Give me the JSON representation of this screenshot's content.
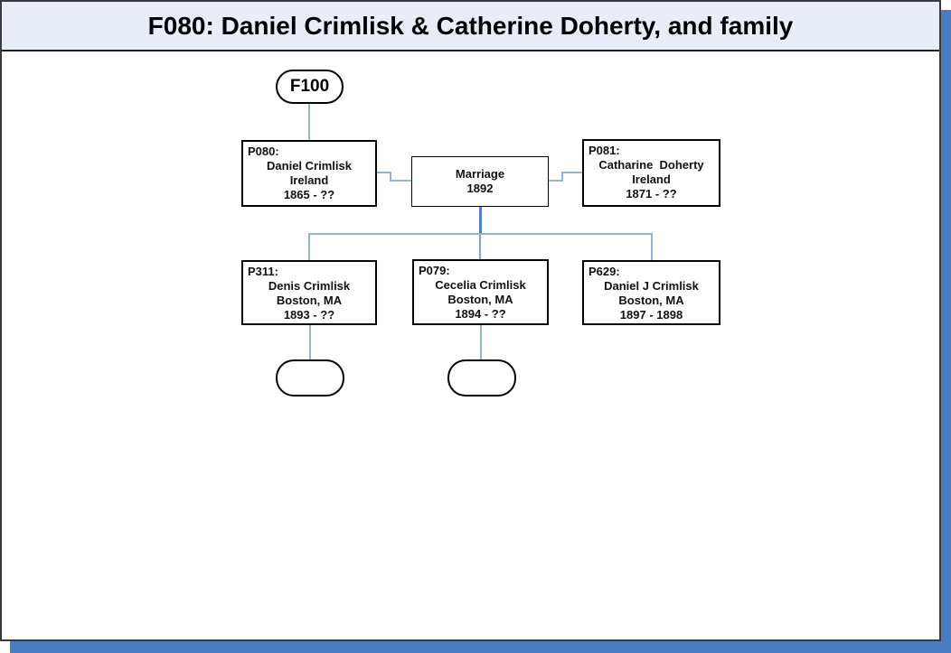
{
  "header": {
    "title": "F080: Daniel Crimlisk & Catherine Doherty, and family"
  },
  "diagram": {
    "parent_family": {
      "label": "F100"
    },
    "father": {
      "id": "P080:",
      "name": "Daniel Crimlisk",
      "place": "Ireland",
      "years": "1865 - ??"
    },
    "marriage": {
      "label": "Marriage",
      "year": "1892"
    },
    "mother": {
      "id": "P081:",
      "name": "Catharine  Doherty",
      "place": "Ireland",
      "years": "1871 - ??"
    },
    "children": [
      {
        "id": "P311:",
        "name": "Denis Crimlisk",
        "place": "Boston, MA",
        "years": "1893 - ??"
      },
      {
        "id": "P079:",
        "name": "Cecelia Crimlisk",
        "place": "Boston, MA",
        "years": "1894 - ??"
      },
      {
        "id": "P629:",
        "name": "Daniel J Crimlisk",
        "place": "Boston, MA",
        "years": "1897 - 1898"
      }
    ],
    "child_families": [
      {
        "label": ""
      },
      {
        "label": ""
      }
    ]
  },
  "colors": {
    "connector_light": "#95b3d7",
    "connector_dark": "#4f81bd",
    "shadow_blue": "#4a7cc2",
    "titlebar_bg": "#e9edf7",
    "box_border": "#000000"
  }
}
